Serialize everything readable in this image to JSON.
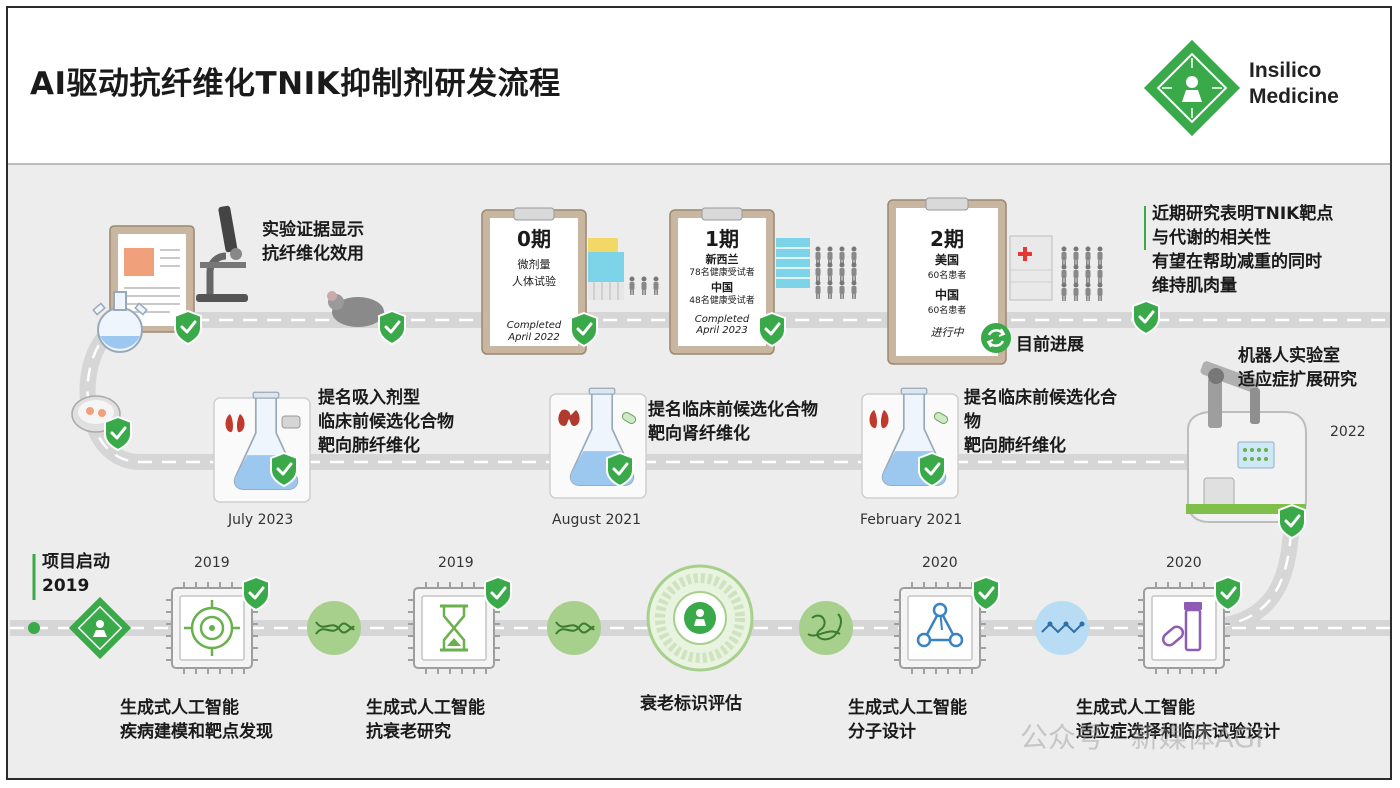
{
  "header": {
    "title": "AI驱动抗纤维化TNIK抑制剂研发流程",
    "logo_line1": "Insilico",
    "logo_line2": "Medicine"
  },
  "top_row": {
    "evidence": [
      "实验证据显示",
      "抗纤维化效用"
    ],
    "phase0": {
      "title": "0期",
      "line1": "微剂量",
      "line2": "人体试验",
      "status1": "Completed",
      "status2": "April 2022"
    },
    "phase1": {
      "title": "1期",
      "place1": "新西兰",
      "detail1": "78名健康受试者",
      "place2": "中国",
      "detail2": "48名健康受试者",
      "status1": "Completed",
      "status2": "April 2023"
    },
    "phase2": {
      "title": "2期",
      "place1": "美国",
      "detail1": "60名患者",
      "place2": "中国",
      "detail2": "60名患者",
      "status": "进行中"
    },
    "current_progress": "目前进展",
    "research": [
      "近期研究表明TNIK靶点",
      "与代谢的相关性",
      "有望在帮助减重的同时",
      "维持肌肉量"
    ]
  },
  "middle_row": {
    "robot": [
      "机器人实验室",
      "适应症扩展研究"
    ],
    "robot_year": "2022",
    "items": [
      {
        "lines": [
          "提名吸入剂型",
          "临床前候选化合物",
          "靶向肺纤维化"
        ],
        "date": "July 2023"
      },
      {
        "lines": [
          "提名临床前候选化合物",
          "靶向肾纤维化"
        ],
        "date": "August 2021"
      },
      {
        "lines": [
          "提名临床前候选化合",
          "物",
          "靶向肺纤维化"
        ],
        "date": "February 2021"
      }
    ]
  },
  "bottom_row": {
    "start_label": "项目启动",
    "start_year": "2019",
    "items": [
      {
        "year": "2019",
        "lines": [
          "生成式人工智能",
          "疾病建模和靶点发现"
        ]
      },
      {
        "year": "2019",
        "lines": [
          "生成式人工智能",
          "抗衰老研究"
        ]
      },
      {
        "year": "",
        "lines": [
          "衰老标识评估"
        ]
      },
      {
        "year": "2020",
        "lines": [
          "生成式人工智能",
          "分子设计"
        ]
      },
      {
        "year": "2020",
        "lines": [
          "生成式人工智能",
          "适应症选择和临床试验设计"
        ]
      }
    ]
  },
  "watermark": "公众号 · 新媒体AGI",
  "colors": {
    "green": "#3aa94a",
    "dark_green": "#2e8b3a",
    "road": "#d6d6d6",
    "road_dash": "#ffffff",
    "flask_blue": "#9cc8ef",
    "clipboard": "#c8b6a0"
  }
}
